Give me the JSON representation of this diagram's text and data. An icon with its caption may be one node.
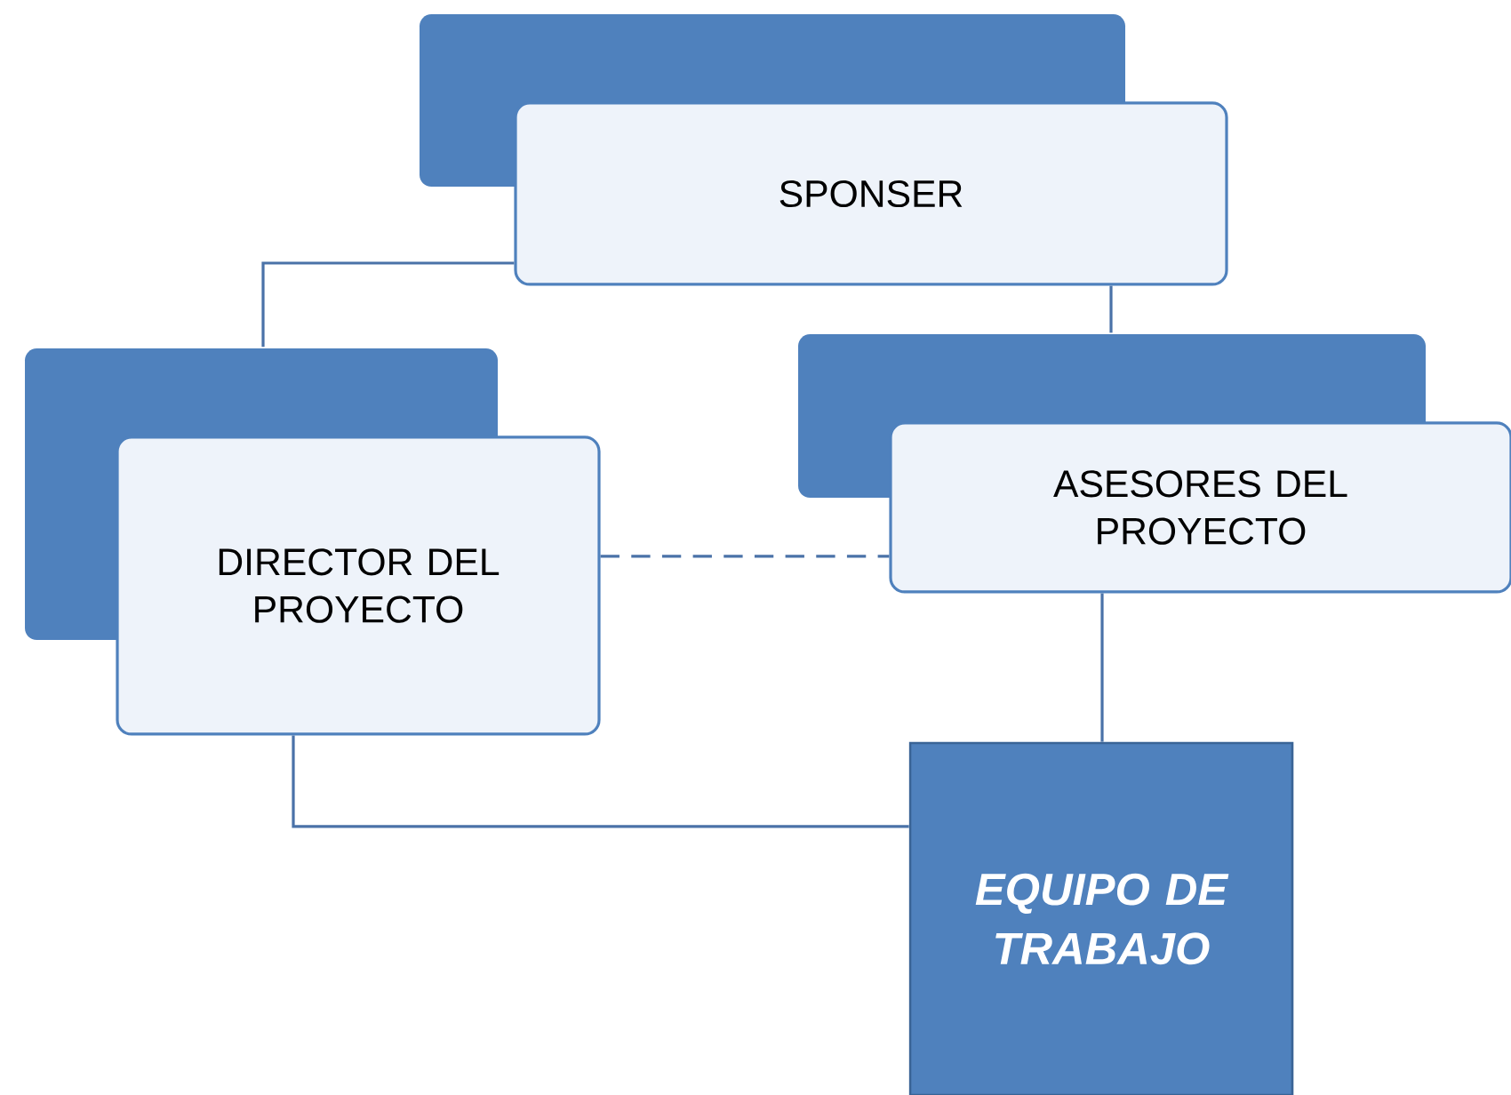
{
  "diagram": {
    "nodes": [
      {
        "text": [
          "SPONSER"
        ]
      },
      {
        "text": [
          "DIRECTOR DEL PROYECTO"
        ]
      },
      {
        "text": [
          "ASESORES DEL PROYECTO"
        ]
      },
      {
        "text": [
          "EQUIPO DE TRABAJO"
        ]
      }
    ],
    "edges": [
      {
        "from": 0,
        "to": 1,
        "arrow": "none"
      },
      {
        "from": 0,
        "to": 2,
        "arrow": "none"
      },
      {
        "from": 1,
        "to": 2,
        "arrow": "none",
        "style": "dashed"
      },
      {
        "from": 2,
        "to": 3,
        "arrow": "none"
      },
      {
        "from": 1,
        "to": 3,
        "arrow": "none"
      }
    ]
  }
}
